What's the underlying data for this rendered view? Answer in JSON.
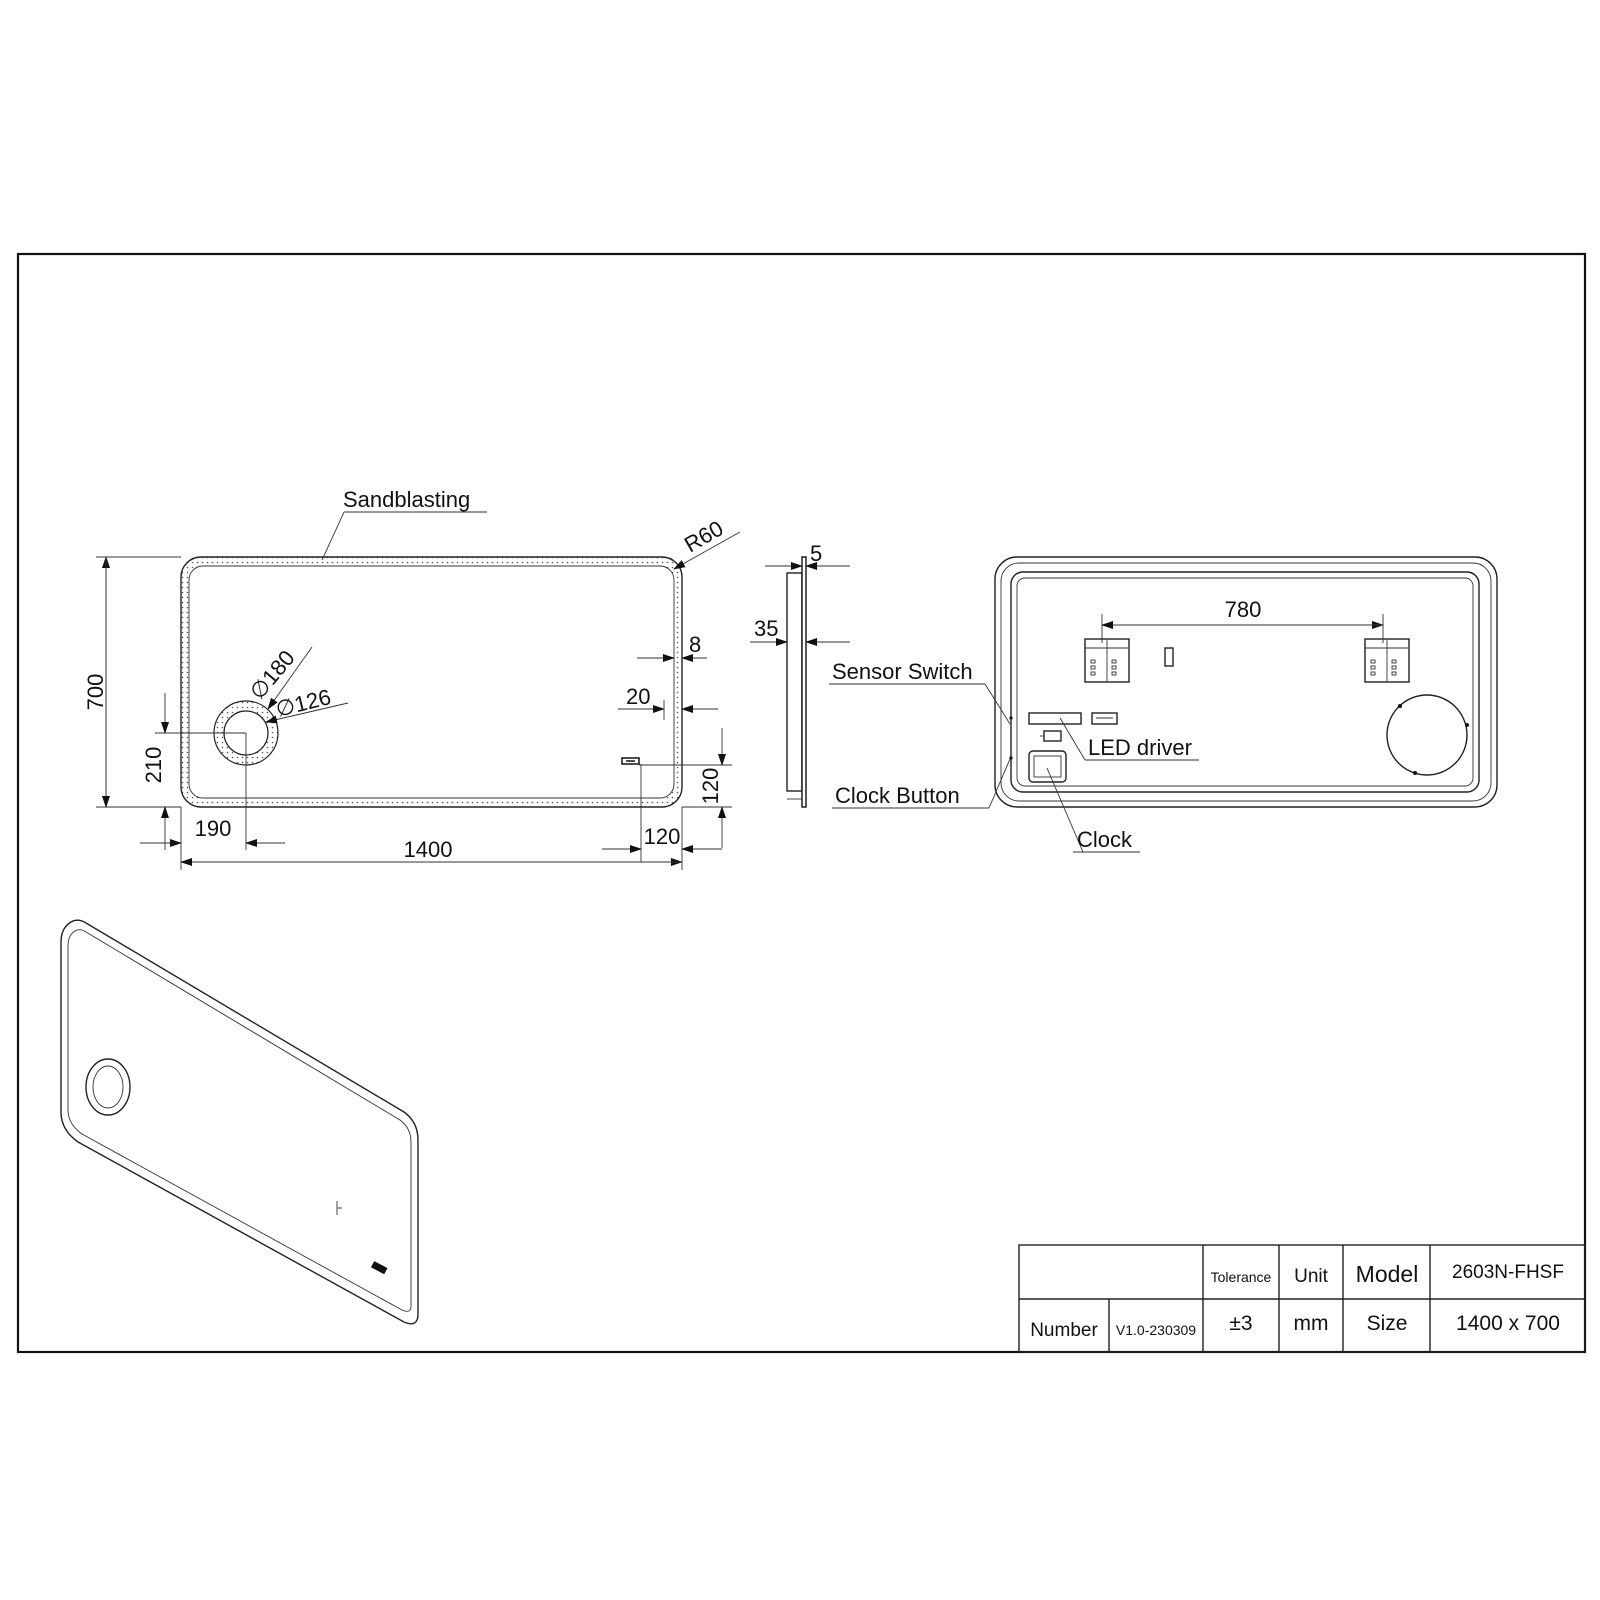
{
  "labels": {
    "sandblasting": "Sandblasting",
    "sensor_switch": "Sensor Switch",
    "led_driver": "LED driver",
    "clock_button": "Clock Button",
    "clock": "Clock"
  },
  "dimensions": {
    "radius": "R60",
    "height": "700",
    "width": "1400",
    "dia_outer": "180",
    "dia_inner": "126",
    "mirror_offset_v": "210",
    "mirror_offset_h": "190",
    "clock_offset_v": "120",
    "clock_offset_h": "120",
    "border_inner": "8",
    "border_outer": "20",
    "glass_thickness": "5",
    "frame_depth": "35",
    "bracket_spacing": "780"
  },
  "title_block": {
    "tolerance_label": "Tolerance",
    "unit_label": "Unit",
    "model_label": "Model",
    "model_value": "2603N-FHSF",
    "number_label": "Number",
    "number_value": "V1.0-230309",
    "tolerance_value": "±3",
    "unit_value": "mm",
    "size_label": "Size",
    "size_value": "1400 x 700"
  }
}
